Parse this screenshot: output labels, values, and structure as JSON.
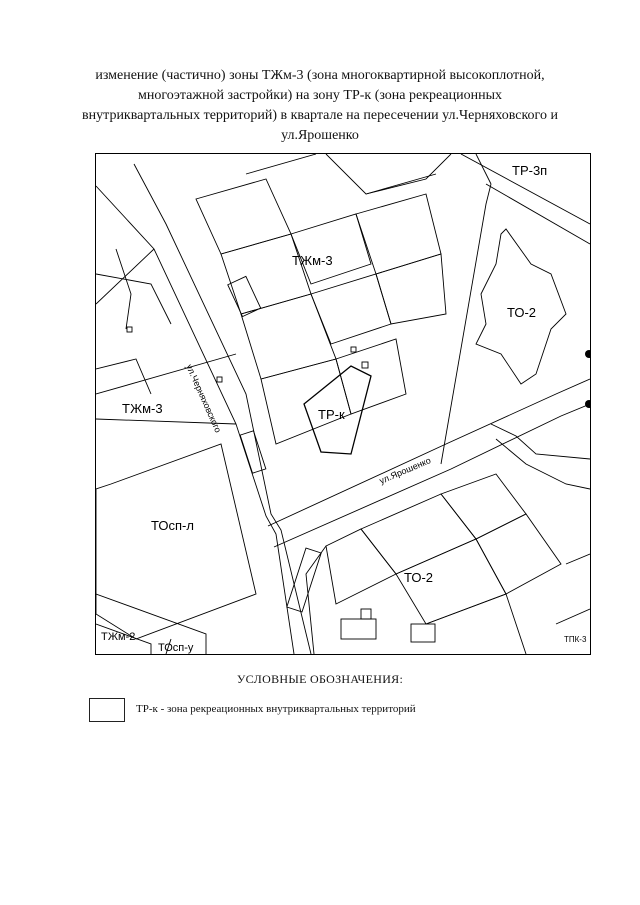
{
  "title": {
    "line1": "изменение (частично) зоны ТЖм-3 (зона многоквартирной высокоплотной,",
    "line2": "многоэтажной застройки) на зону ТР-к (зона рекреационных",
    "line3": "внутриквартальных территорий) в квартале на пересечении ул.Черняховского и",
    "line4": "ул.Ярошенко"
  },
  "map": {
    "zones": {
      "tr3p": "ТР-3п",
      "tzhm3_top": "ТЖм-3",
      "to2_right": "ТО-2",
      "tzhm3_left": "ТЖм-3",
      "trk": "ТР-к",
      "tosp_l": "ТОсп-л",
      "to2_bottom": "ТО-2",
      "tzhm2": "ТЖм-2",
      "tosp_u": "ТОсп-у",
      "tpk": "ТПК-3"
    },
    "streets": {
      "chernyakhovskogo": "ул.Черняховского",
      "yaroshenko": "ул.Ярошенко"
    }
  },
  "legend": {
    "title": "УСЛОВНЫЕ ОБОЗНАЧЕНИЯ:",
    "item_label": "ТР-к - зона рекреационных внутриквартальных территорий"
  }
}
